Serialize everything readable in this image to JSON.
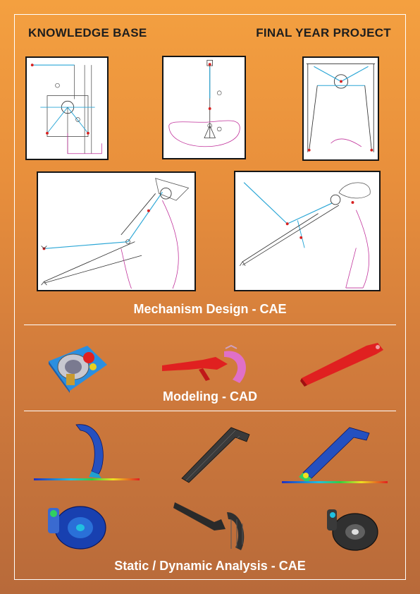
{
  "header": {
    "left_title": "KNOWLEDGE BASE",
    "right_title": "FINAL YEAR PROJECT"
  },
  "sections": {
    "mechanism": "Mechanism Design - CAE",
    "modeling": "Modeling - CAD",
    "analysis": "Static / Dynamic Analysis - CAE"
  },
  "colors": {
    "background_top": "#f4a040",
    "background_bottom": "#b86a3a",
    "link_blue": "#2aa6d6",
    "joint_red": "#d62020",
    "path_magenta": "#c0309a",
    "model_red": "#e02020",
    "model_pink": "#e060c0",
    "model_blue": "#3070d0"
  },
  "icons": [
    "mechanism-diagram-icon",
    "gearbox-model-icon",
    "digging-arm-model-icon",
    "fea-mesh-icon"
  ]
}
